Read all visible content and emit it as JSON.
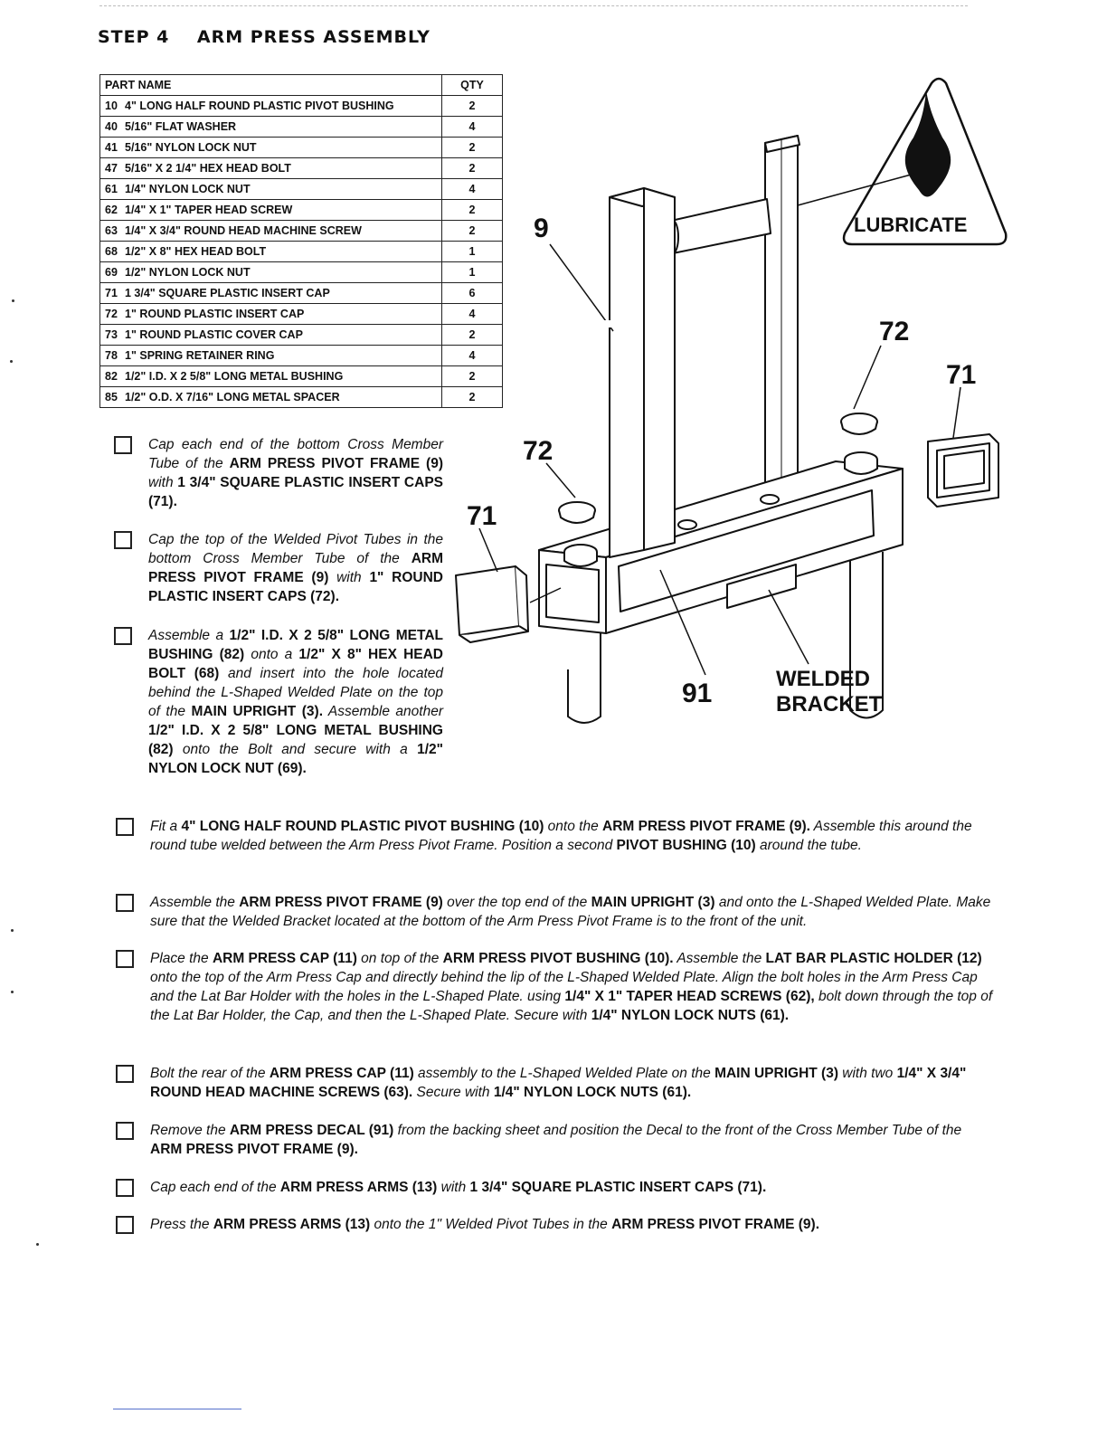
{
  "header": {
    "step": "STEP 4",
    "title": "ARM PRESS ASSEMBLY"
  },
  "parts_table": {
    "col_part": "PART NAME",
    "col_qty": "QTY",
    "rows": [
      {
        "num": "10",
        "name": "4\" LONG HALF ROUND PLASTIC PIVOT BUSHING",
        "qty": "2"
      },
      {
        "num": "40",
        "name": "5/16\" FLAT WASHER",
        "qty": "4"
      },
      {
        "num": "41",
        "name": "5/16\" NYLON LOCK NUT",
        "qty": "2"
      },
      {
        "num": "47",
        "name": "5/16\" X 2 1/4\" HEX HEAD BOLT",
        "qty": "2"
      },
      {
        "num": "61",
        "name": "1/4\" NYLON LOCK NUT",
        "qty": "4"
      },
      {
        "num": "62",
        "name": "1/4\" X 1\" TAPER HEAD SCREW",
        "qty": "2"
      },
      {
        "num": "63",
        "name": "1/4\" X 3/4\" ROUND HEAD MACHINE SCREW",
        "qty": "2"
      },
      {
        "num": "68",
        "name": "1/2\" X 8\" HEX HEAD BOLT",
        "qty": "1"
      },
      {
        "num": "69",
        "name": "1/2\" NYLON LOCK NUT",
        "qty": "1"
      },
      {
        "num": "71",
        "name": "1 3/4\" SQUARE PLASTIC INSERT CAP",
        "qty": "6"
      },
      {
        "num": "72",
        "name": "1\" ROUND PLASTIC INSERT CAP",
        "qty": "4"
      },
      {
        "num": "73",
        "name": "1\" ROUND PLASTIC COVER CAP",
        "qty": "2"
      },
      {
        "num": "78",
        "name": "1\" SPRING RETAINER RING",
        "qty": "4"
      },
      {
        "num": "82",
        "name": "1/2\" I.D. X 2 5/8\" LONG METAL BUSHING",
        "qty": "2"
      },
      {
        "num": "85",
        "name": "1/2\" O.D. X 7/16\" LONG METAL SPACER",
        "qty": "2"
      }
    ]
  },
  "steps": {
    "s1": {
      "a": "Cap each end of the bottom Cross Member Tube of the ",
      "b": "ARM PRESS PIVOT FRAME (9)",
      "c": " with ",
      "d": "1 3/4\" SQUARE PLASTIC INSERT CAPS (71)."
    },
    "s2": {
      "a": "Cap the top of the Welded Pivot Tubes in the bottom Cross Member Tube of the ",
      "b": "ARM PRESS PIVOT FRAME (9)",
      "c": " with ",
      "d": "1\" ROUND PLASTIC INSERT CAPS (72)."
    },
    "s3": {
      "a": "Assemble a ",
      "b": "1/2\" I.D. X 2 5/8\" LONG METAL BUSHING (82)",
      "c": " onto a ",
      "d": "1/2\" X 8\" HEX HEAD BOLT (68)",
      "e": " and insert into the hole located behind the L-Shaped Welded Plate on the top of the ",
      "f": "MAIN UPRIGHT (3).",
      "g": " Assemble another ",
      "h": "1/2\" I.D. X 2 5/8\" LONG METAL BUSHING (82)",
      "i": " onto the Bolt and secure with a ",
      "j": "1/2\" NYLON LOCK NUT (69)."
    },
    "s4": {
      "a": "Fit a ",
      "b": "4\" LONG HALF ROUND PLASTIC PIVOT BUSHING (10)",
      "c": " onto the ",
      "d": "ARM PRESS PIVOT FRAME (9).",
      "e": " Assemble this around the round tube welded between the Arm Press Pivot Frame. Position a second ",
      "f": "PIVOT BUSHING (10)",
      "g": " around the tube."
    },
    "s5": {
      "a": "Assemble the ",
      "b": "ARM PRESS PIVOT FRAME (9)",
      "c": " over the top end of the ",
      "d": "MAIN UPRIGHT (3)",
      "e": " and onto the L-Shaped Welded Plate. Make sure that the Welded Bracket located at the bottom of the Arm Press Pivot Frame is to the front of the unit."
    },
    "s6": {
      "a": "Place the ",
      "b": "ARM PRESS CAP (11)",
      "c": " on top of the ",
      "d": "ARM PRESS PIVOT BUSHING (10).",
      "e": " Assemble the ",
      "f": "LAT BAR PLASTIC HOLDER (12)",
      "g": " onto the top of the Arm Press Cap and directly behind the lip of the L-Shaped Welded Plate. Align the bolt holes in the Arm Press Cap and the Lat Bar Holder with the holes in the L-Shaped Plate. using ",
      "h": "1/4\" X 1\" TAPER HEAD SCREWS (62),",
      "i": " bolt down through the top of the Lat Bar Holder, the Cap, and then the L-Shaped Plate. Secure with ",
      "j": "1/4\" NYLON LOCK NUTS (61)."
    },
    "s7": {
      "a": "Bolt the rear of the ",
      "b": "ARM PRESS CAP (11)",
      "c": " assembly to the L-Shaped Welded Plate on the ",
      "d": "MAIN UPRIGHT (3)",
      "e": " with two ",
      "f": "1/4\" X 3/4\" ROUND HEAD MACHINE SCREWS (63).",
      "g": " Secure with ",
      "h": "1/4\" NYLON LOCK NUTS (61)."
    },
    "s8": {
      "a": "Remove the ",
      "b": "ARM PRESS DECAL (91)",
      "c": " from the backing sheet and position the Decal to the front of the Cross Member Tube of the ",
      "d": "ARM PRESS PIVOT FRAME (9)."
    },
    "s9": {
      "a": "Cap each end of the ",
      "b": "ARM PRESS ARMS (13)",
      "c": " with ",
      "d": "1 3/4\" SQUARE PLASTIC INSERT CAPS (71)."
    },
    "s10": {
      "a": "Press the ",
      "b": "ARM PRESS ARMS (13)",
      "c": " onto the 1\" Welded Pivot Tubes in the ",
      "d": "ARM PRESS PIVOT FRAME (9)."
    }
  },
  "diagram": {
    "lubricate": "LUBRICATE",
    "callout_9": "9",
    "callout_72_left": "72",
    "callout_72_right": "72",
    "callout_71_left": "71",
    "callout_71_right": "71",
    "callout_91": "91",
    "welded": "WELDED",
    "bracket": "BRACKET"
  }
}
